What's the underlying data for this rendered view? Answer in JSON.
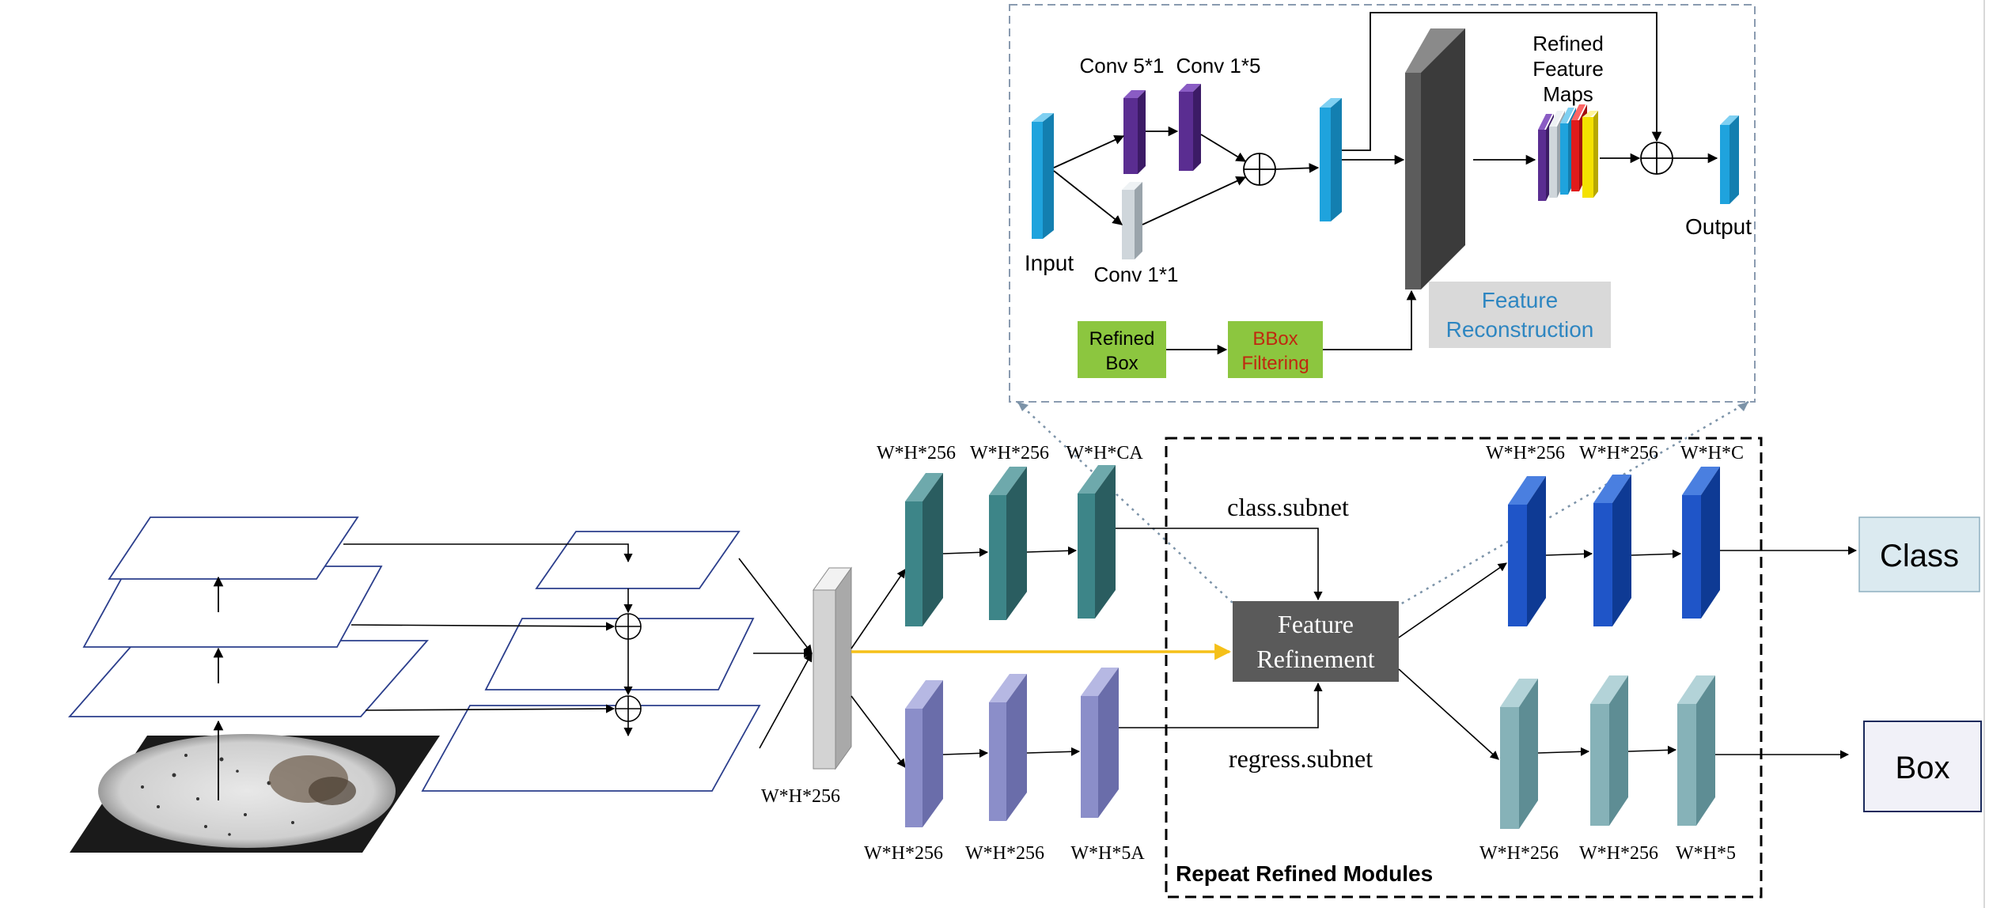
{
  "inset": {
    "conv51_label": "Conv 5*1",
    "conv15_label": "Conv 1*5",
    "conv11_label": "Conv 1*1",
    "input_label": "Input",
    "output_label": "Output",
    "refined_maps_label": [
      "Refined",
      "Feature",
      "Maps"
    ],
    "refined_box_label": [
      "Refined",
      "Box"
    ],
    "bbox_filtering_label": [
      "BBox",
      "Filtering"
    ],
    "feature_reconstruction_label": [
      "Feature",
      "Reconstruction"
    ]
  },
  "main": {
    "backbone_out_label": "W*H*256",
    "class_branch_labels": [
      "W*H*256",
      "W*H*256",
      "W*H*CA"
    ],
    "regress_branch_labels": [
      "W*H*256",
      "W*H*256",
      "W*H*5A"
    ],
    "class_subnet_label": "class.subnet",
    "regress_subnet_label": "regress.subnet",
    "feature_refinement_label": [
      "Feature",
      "Refinement"
    ],
    "refined_class_labels": [
      "W*H*256",
      "W*H*256",
      "W*H*C"
    ],
    "refined_box_labels": [
      "W*H*256",
      "W*H*256",
      "W*H*5"
    ],
    "repeat_label": "Repeat Refined Modules",
    "class_output_label": "Class",
    "box_output_label": "Box"
  },
  "colors": {
    "teal": "#2f6f72",
    "lavender": "#8b8ec9",
    "blue": "#1548b8",
    "light_teal": "#86b2b8",
    "cyan": "#1fa3dd",
    "purple": "#5a2d91",
    "grey_box": "#5a5a5a",
    "green": "#8cc63f",
    "yellow_arrow": "#f5c018"
  }
}
